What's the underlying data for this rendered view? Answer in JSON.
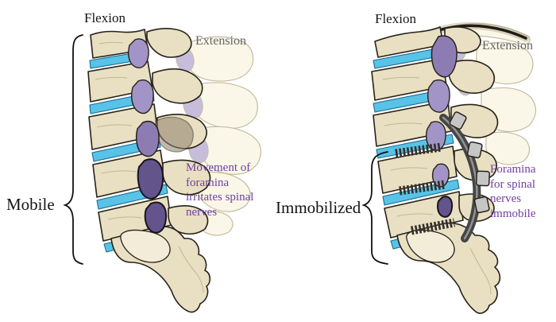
{
  "figure": {
    "title": "Spinal mobility comparison: mobile vs immobilized (fused) lumbar spine",
    "background": "#ffffff",
    "panels": [
      {
        "id": "mobile",
        "flexion_label": "Flexion",
        "extension_label": "Extension",
        "brace_label": "Mobile",
        "annotation": "Movement of\nforamina\nirritates spinal\nnerves"
      },
      {
        "id": "immobilized",
        "flexion_label": "Flexion",
        "extension_label": "Extension",
        "brace_label": "Immobilized",
        "annotation": "Foramina\nfor spinal\nnerves\nimmobile"
      }
    ],
    "colors": {
      "background": "#ffffff",
      "bone": "#e9dfc2",
      "bone-light": "#f2ecd8",
      "bone-shade": "#b7a885",
      "ghost": "#faf7e8",
      "ghost-line": "#c4bda0",
      "ghost-foramen": "#c7bddb",
      "outline": "#26231a",
      "disc": "#58c3e7",
      "disc-dark": "#1a6c92",
      "foramen-light": "#a294c6",
      "foramen-mid": "#8d7cb4",
      "foramen-dark": "#64548c",
      "annotation": "#7140a4",
      "ext-gray": "#666666",
      "metal": "#454545",
      "metal-light": "#9a9a9a",
      "screwhead": "#c6c6c6",
      "thread": "#33302a",
      "brown-overlap": "#8f7f6b"
    }
  }
}
